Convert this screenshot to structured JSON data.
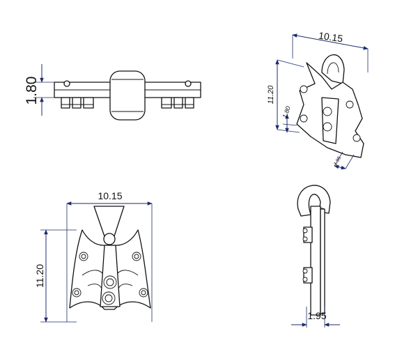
{
  "views": {
    "top": {
      "thickness_label": "1.80"
    },
    "front": {
      "width_label": "10.15",
      "height_label": "11.20"
    },
    "iso": {
      "width_label": "10.15",
      "height_label": "11.20",
      "small_label": "1.80",
      "tiny_label": "1.95"
    },
    "side": {
      "depth_label": "1.95"
    }
  }
}
